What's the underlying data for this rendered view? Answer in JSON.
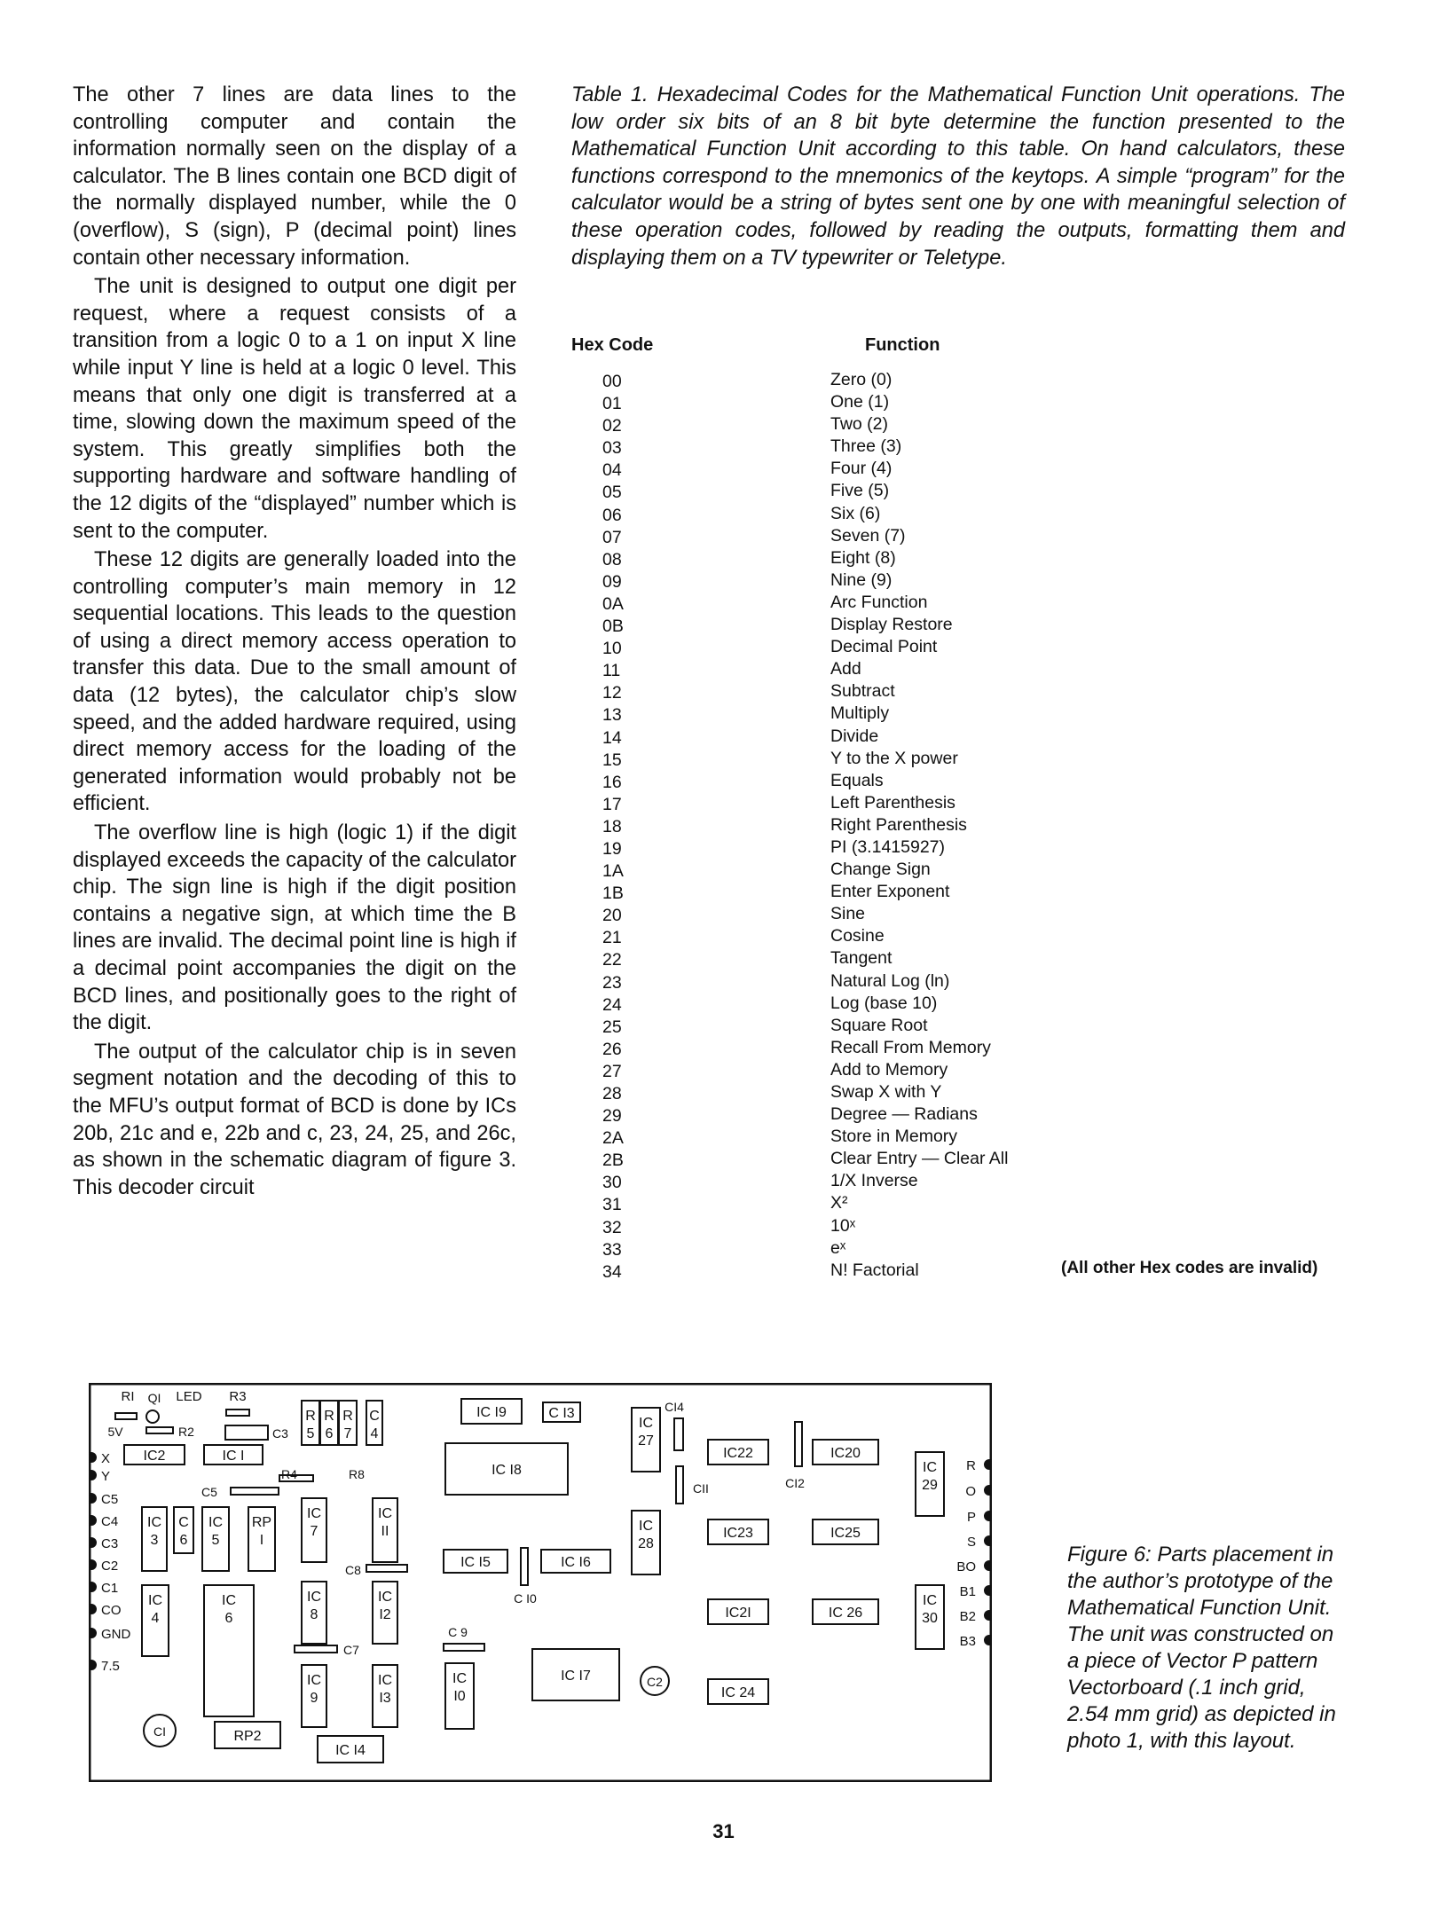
{
  "body_paragraphs": [
    "The other 7 lines are data lines to the controlling computer and contain the information normally seen on the display of a calculator. The B lines contain one BCD digit of the normally displayed number, while the 0 (overflow), S (sign), P (decimal point) lines contain other necessary information.",
    "The unit is designed to output one digit per request, where a request consists of a transition from a logic 0 to a 1 on input X line while input Y line is held at a logic 0 level. This means that only one digit is transferred at a time, slowing down the maximum speed of the system. This greatly simplifies both the supporting hardware and software handling of the 12 digits of the “displayed” number which is sent to the computer.",
    "These 12 digits are generally loaded into the controlling computer’s main memory in 12 sequential locations. This leads to the question of using a direct memory access operation to transfer this data. Due to the small amount of data (12 bytes), the calculator chip’s slow speed, and the added hardware required, using direct memory access for the loading of the generated information would probably not be efficient.",
    "The overflow line is high (logic 1) if the digit displayed exceeds the capacity of the calculator chip. The sign line is high if the digit position contains a negative sign, at which time the B lines are invalid. The decimal point line is high if a decimal point accompanies the digit on the BCD lines, and positionally goes to the right of the digit.",
    "The output of the calculator chip is in seven segment notation and the decoding of this to the MFU’s output format of BCD is done by ICs 20b, 21c and e, 22b and c, 23, 24, 25, and 26c, as shown in the schematic diagram of figure 3. This decoder circuit"
  ],
  "table": {
    "caption": "Table 1. Hexadecimal Codes for the Mathematical Function Unit operations. The low order six bits of an 8 bit byte determine the function presented to the Mathematical Function Unit according to this table. On hand calculators, these functions correspond to the mnemonics of the keytops. A simple “program” for the calculator would be a string of bytes sent one by one with meaningful selection of these operation codes, followed by reading the outputs, formatting them and displaying them on a TV typewriter or Teletype.",
    "col_hex": "Hex Code",
    "col_fn": "Function",
    "note": "(All other Hex codes are invalid)",
    "rows": [
      {
        "hex": "00",
        "fn": "Zero (0)"
      },
      {
        "hex": "01",
        "fn": "One (1)"
      },
      {
        "hex": "02",
        "fn": "Two (2)"
      },
      {
        "hex": "03",
        "fn": "Three (3)"
      },
      {
        "hex": "04",
        "fn": "Four (4)"
      },
      {
        "hex": "05",
        "fn": "Five (5)"
      },
      {
        "hex": "06",
        "fn": "Six (6)"
      },
      {
        "hex": "07",
        "fn": "Seven (7)"
      },
      {
        "hex": "08",
        "fn": "Eight (8)"
      },
      {
        "hex": "09",
        "fn": "Nine (9)"
      },
      {
        "hex": "0A",
        "fn": "Arc Function"
      },
      {
        "hex": "0B",
        "fn": "Display Restore"
      },
      {
        "hex": "10",
        "fn": "Decimal Point"
      },
      {
        "hex": "11",
        "fn": "Add"
      },
      {
        "hex": "12",
        "fn": "Subtract"
      },
      {
        "hex": "13",
        "fn": "Multiply"
      },
      {
        "hex": "14",
        "fn": "Divide"
      },
      {
        "hex": "15",
        "fn": "Y to the X power"
      },
      {
        "hex": "16",
        "fn": "Equals"
      },
      {
        "hex": "17",
        "fn": "Left Parenthesis"
      },
      {
        "hex": "18",
        "fn": "Right Parenthesis"
      },
      {
        "hex": "19",
        "fn": "PI (3.1415927)"
      },
      {
        "hex": "1A",
        "fn": "Change Sign"
      },
      {
        "hex": "1B",
        "fn": "Enter Exponent"
      },
      {
        "hex": "20",
        "fn": "Sine"
      },
      {
        "hex": "21",
        "fn": "Cosine"
      },
      {
        "hex": "22",
        "fn": "Tangent"
      },
      {
        "hex": "23",
        "fn": "Natural Log (ln)"
      },
      {
        "hex": "24",
        "fn": "Log (base 10)"
      },
      {
        "hex": "25",
        "fn": "Square Root"
      },
      {
        "hex": "26",
        "fn": "Recall From Memory"
      },
      {
        "hex": "27",
        "fn": "Add to Memory"
      },
      {
        "hex": "28",
        "fn": "Swap X with Y"
      },
      {
        "hex": "29",
        "fn": "Degree — Radians"
      },
      {
        "hex": "2A",
        "fn": "Store in Memory"
      },
      {
        "hex": "2B",
        "fn": "Clear Entry — Clear All"
      },
      {
        "hex": "30",
        "fn": "1/X Inverse"
      },
      {
        "hex": "31",
        "fn": "X²"
      },
      {
        "hex": "32",
        "fn": "10ˣ"
      },
      {
        "hex": "33",
        "fn": "eˣ"
      },
      {
        "hex": "34",
        "fn": "N! Factorial"
      }
    ]
  },
  "figure": {
    "caption": "Figure 6: Parts placement in the author’s prototype of the Mathematical Function Unit. The unit was constructed on a piece of Vector P pattern Vectorboard (.1 inch grid, 2.54 mm grid) as depicted in photo 1, with this layout."
  },
  "board": {
    "left_pins": [
      "X",
      "Y",
      "C5",
      "C4",
      "C3",
      "C2",
      "C1",
      "CO",
      "GND",
      "7.5"
    ],
    "right_pins": [
      "R",
      "O",
      "P",
      "S",
      "BO",
      "B1",
      "B2",
      "B3"
    ],
    "labels": {
      "r1": "RI",
      "q1": "QI",
      "led": "LED",
      "r3": "R3",
      "v5": "5V",
      "r2": "R2",
      "c3": "C3",
      "ic2": "IC2",
      "ic1": "IC I",
      "r4": "R4",
      "r8": "R8",
      "c5": "C5",
      "r5": "R 5",
      "r6": "R 6",
      "r7": "R 7",
      "c4": "C 4",
      "ic3": "IC 3",
      "c6": "C 6",
      "ic5": "IC 5",
      "rp1": "RP I",
      "ic7": "IC 7",
      "ic11": "IC II",
      "c8": "C8",
      "ic8": "IC 8",
      "ic12": "IC I2",
      "ic4": "IC 4",
      "ic6": "IC 6",
      "c7": "C7",
      "ic9": "IC 9",
      "ic13": "IC I3",
      "c1": "CI",
      "rp2": "RP2",
      "ic14": "IC I4",
      "ic19": "IC I9",
      "c13": "C I3",
      "ic18": "IC I8",
      "ic15": "IC I5",
      "ic16": "IC I6",
      "c10": "C I0",
      "c9": "C 9",
      "ic10": "IC I0",
      "ic17": "IC I7",
      "c2": "C2",
      "c14": "CI4",
      "ic27": "IC 27",
      "c11": "CII",
      "ic28": "IC 28",
      "ic22": "IC22",
      "c12": "CI2",
      "ic20": "IC20",
      "ic23": "IC23",
      "ic25": "IC25",
      "ic21": "IC2I",
      "ic26": "IC 26",
      "ic24": "IC 24",
      "ic29": "IC 29",
      "ic30": "IC 30"
    }
  },
  "page_number": "31"
}
